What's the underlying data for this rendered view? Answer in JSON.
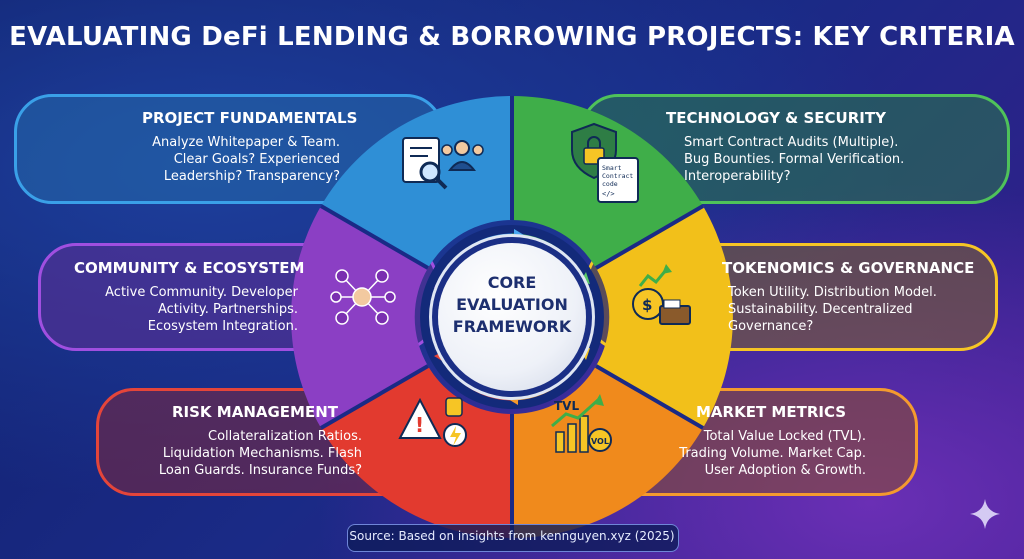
{
  "title": "EVALUATING DeFi LENDING & BORROWING PROJECTS: KEY CRITERIA",
  "center": "CORE\nEVALUATION\nFRAMEWORK",
  "source": "Source: Based on insights from kennguyen.xyz (2025)",
  "cards": {
    "fundamentals": {
      "title": "PROJECT FUNDAMENTALS",
      "body": "Analyze Whitepaper & Team.\nClear Goals? Experienced\nLeadership? Transparency?",
      "color": "#2f8fd6"
    },
    "technology": {
      "title": "TECHNOLOGY & SECURITY",
      "body": "Smart Contract Audits (Multiple).\nBug Bounties. Formal Verification.\nInteroperability?",
      "color": "#3fae49"
    },
    "community": {
      "title": "COMMUNITY & ECOSYSTEM",
      "body": "Active Community. Developer\nActivity. Partnerships.\nEcosystem Integration.",
      "color": "#8b3fc4"
    },
    "tokenomics": {
      "title": "TOKENOMICS & GOVERNANCE",
      "body": "Token Utility. Distribution Model.\nSustainability. Decentralized\nGovernance?",
      "color": "#f2c01a"
    },
    "risk": {
      "title": "RISK MANAGEMENT",
      "body": "Collateralization Ratios.\nLiquidation Mechanisms. Flash\nLoan Guards. Insurance Funds?",
      "color": "#e23a2f"
    },
    "market": {
      "title": "MARKET METRICS",
      "body": "Total Value Locked (TVL).\nTrading Volume. Market Cap.\nUser Adoption & Growth.",
      "color": "#f08a1c"
    }
  },
  "icons": {
    "contract_text": "Smart\nContract\ncode\n</>",
    "tvl": "TVL",
    "vol": "VOL"
  }
}
